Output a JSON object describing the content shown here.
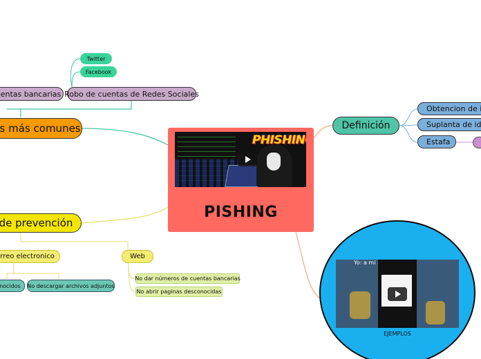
{
  "central": {
    "title": "PISHING",
    "thumbnail_title": "PHISHING",
    "background": "#ff6960"
  },
  "nodes": {
    "tipos": "os más comunes",
    "prevencion": "de prevención",
    "definicion": "Definición",
    "cuentas_bancarias": "uentas bancarias",
    "redes_sociales": "Robo de cuentas de Redes Sociales",
    "twitter": "Twitter",
    "facebook": "Facebook",
    "correo": "orreo electronico",
    "web": "Web",
    "no_dar_numeros": "No dar números de cuentas bancarias",
    "no_abrir": "No abrir paginas desconocidas",
    "conocidos": "onocidos",
    "no_descargar": "No descargar archivos adjuntos",
    "obtencion": "Obtencion de info",
    "suplanta": "Suplanta de identi",
    "estafa": "Estafa"
  },
  "examples": {
    "caption": "EJEMPLOS",
    "thumb_text": "Yo: a mi ... an..."
  },
  "colors": {
    "main_orange": "#f59a00",
    "prevention_yellow": "#f2e600",
    "definition_teal": "#4fc4a6",
    "blue_node": "#7aaedb",
    "pink_node": "#c9a9c9",
    "green_node": "#3ad39a",
    "circle_blue": "#1ab0ef"
  }
}
